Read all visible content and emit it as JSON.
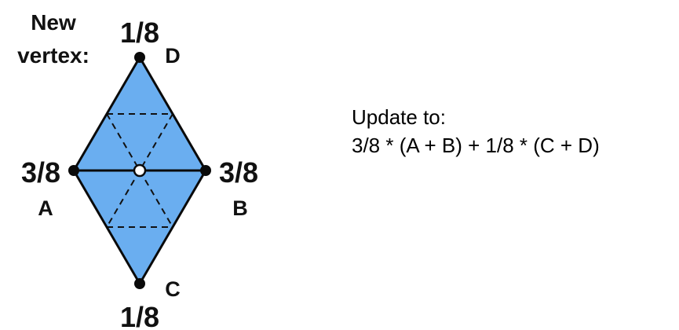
{
  "caption": {
    "line1": "New",
    "line2": "vertex:"
  },
  "vertices": {
    "top": {
      "letter": "D",
      "weight": "1/8"
    },
    "left": {
      "letter": "A",
      "weight": "3/8"
    },
    "right": {
      "letter": "B",
      "weight": "3/8"
    },
    "bottom": {
      "letter": "C",
      "weight": "1/8"
    }
  },
  "update": {
    "heading": "Update to:",
    "formula": "3/8 * (A + B) + 1/8 * (C + D)"
  },
  "colors": {
    "fill": "#6AAEF0",
    "edge": "#0A0A0A",
    "new_vertex": "#FFFFFF"
  }
}
